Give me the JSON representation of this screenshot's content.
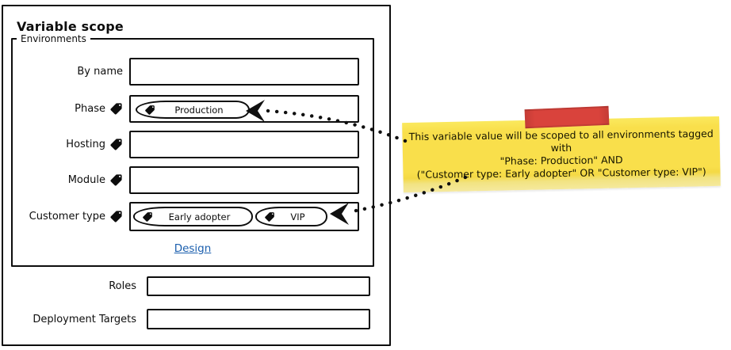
{
  "window": {
    "title": "Variable scope"
  },
  "environments": {
    "legend": "Environments",
    "by_name_label": "By name",
    "phase_label": "Phase",
    "hosting_label": "Hosting",
    "module_label": "Module",
    "customer_type_label": "Customer type",
    "design_link": "Design"
  },
  "form": {
    "roles_label": "Roles",
    "deployment_targets_label": "Deployment Targets"
  },
  "inputs": {
    "by_name": "",
    "phase": "",
    "hosting": "",
    "module": "",
    "customer_type": "",
    "roles": "",
    "deployment_targets": ""
  },
  "chips": {
    "phase": [
      {
        "label": "Production"
      }
    ],
    "customer_type": [
      {
        "label": "Early adopter"
      },
      {
        "label": "VIP"
      }
    ]
  },
  "note": {
    "line1": "This variable value will be scoped to all environments tagged with",
    "line2": "\"Phase: Production\" AND",
    "line3": "(\"Customer type: Early adopter\" OR \"Customer type: VIP\")"
  },
  "icons": {
    "tag_icon": "🏷",
    "arrow_left_icon": "◀"
  },
  "colors": {
    "ink": "#0d0d0d",
    "link_blue": "#1b5fae",
    "note_yellow": "#f9df4b",
    "tape_red": "#d9433c"
  }
}
